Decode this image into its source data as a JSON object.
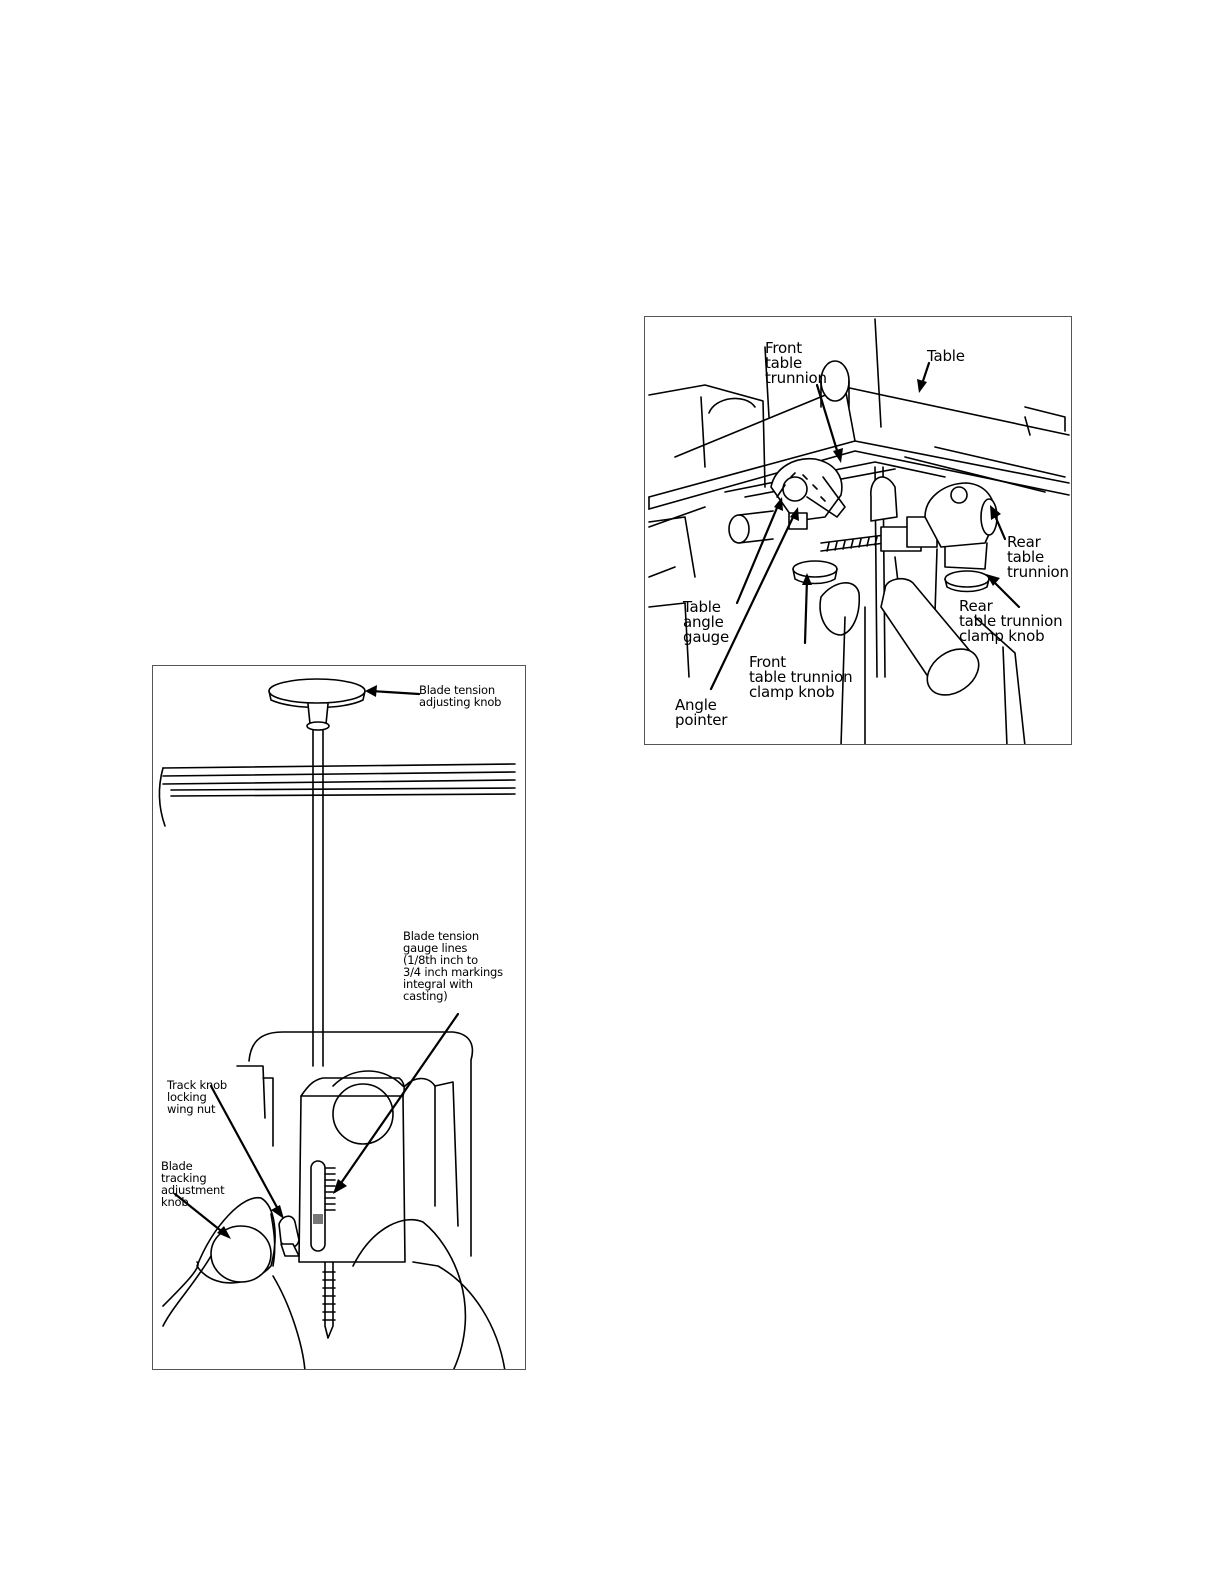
{
  "left_figure": {
    "labels": {
      "blade_tension_knob": "Blade tension\nadjusting knob",
      "gauge_lines": "Blade tension\ngauge lines\n(1/8th inch to\n3/4 inch markings\nintegral with\ncasting)",
      "wing_nut": "Track knob\nlocking\nwing nut",
      "tracking_knob": "Blade\ntracking\nadjustment\nknob"
    }
  },
  "right_figure": {
    "labels": {
      "front_trunnion": "Front\ntable\ntrunnion",
      "table": "Table",
      "rear_trunnion": "Rear\ntable\ntrunnion",
      "rear_clamp_knob": "Rear\ntable trunnion\nclamp knob",
      "angle_gauge": "Table\nangle\ngauge",
      "front_clamp_knob": "Front\ntable trunnion\nclamp knob",
      "angle_pointer": "Angle\npointer"
    }
  }
}
